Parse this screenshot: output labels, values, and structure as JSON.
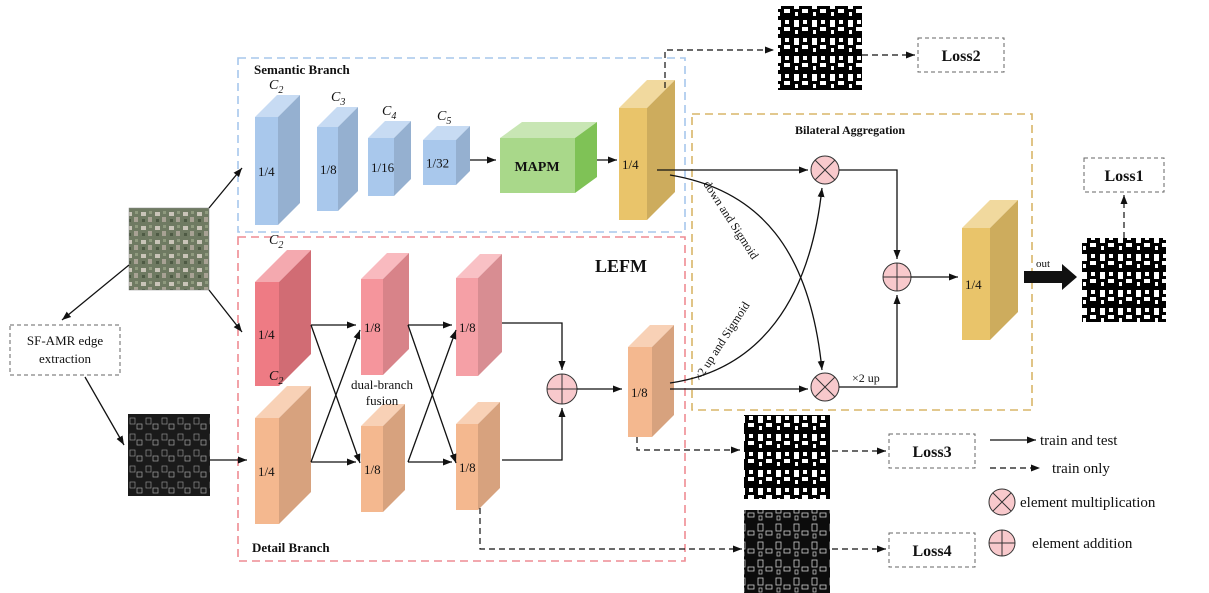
{
  "semantic_branch": {
    "title": "Semantic Branch",
    "stages": [
      {
        "channel": "C",
        "sub": "2",
        "scale": "1/4"
      },
      {
        "channel": "C",
        "sub": "3",
        "scale": "1/8"
      },
      {
        "channel": "C",
        "sub": "4",
        "scale": "1/16"
      },
      {
        "channel": "C",
        "sub": "5",
        "scale": "1/32"
      }
    ],
    "mapm": "MAPM",
    "output_scale": "1/4"
  },
  "detail_branch": {
    "title": "Detail Branch",
    "module_label": "LEFM",
    "fusion_label_line1": "dual-branch",
    "fusion_label_line2": "fusion",
    "top_input": {
      "channel": "C",
      "sub": "2",
      "scale": "1/4"
    },
    "bottom_input": {
      "channel": "C",
      "sub": "2",
      "scale": "1/4"
    },
    "mid_scale": "1/8",
    "output_scale": "1/8"
  },
  "edge_extraction": {
    "line1": "SF-AMR edge",
    "line2": "extraction"
  },
  "bilateral": {
    "title": "Bilateral Aggregation",
    "down_label": "down and Sigmoid",
    "up_label": "×2 up and Sigmoid",
    "x2_up": "×2 up",
    "output_scale": "1/4",
    "out_label": "out"
  },
  "losses": {
    "loss1": "Loss1",
    "loss2": "Loss2",
    "loss3": "Loss3",
    "loss4": "Loss4"
  },
  "legend": {
    "train_test": "train and test",
    "train_only": "train only",
    "multiplication": "element multiplication",
    "addition": "element addition"
  },
  "colors": {
    "semantic_blue": "#a9c8ec",
    "semantic_box": "#a7c7ec",
    "detail_red": "#ee7b84",
    "detail_orange": "#f4b88f",
    "mapm_green": "#a9d88a",
    "gold": "#e9c46a",
    "lefm_box": "#ee8c93",
    "bilateral_box": "#d9b568",
    "op_circle": "#f8c9cc"
  }
}
